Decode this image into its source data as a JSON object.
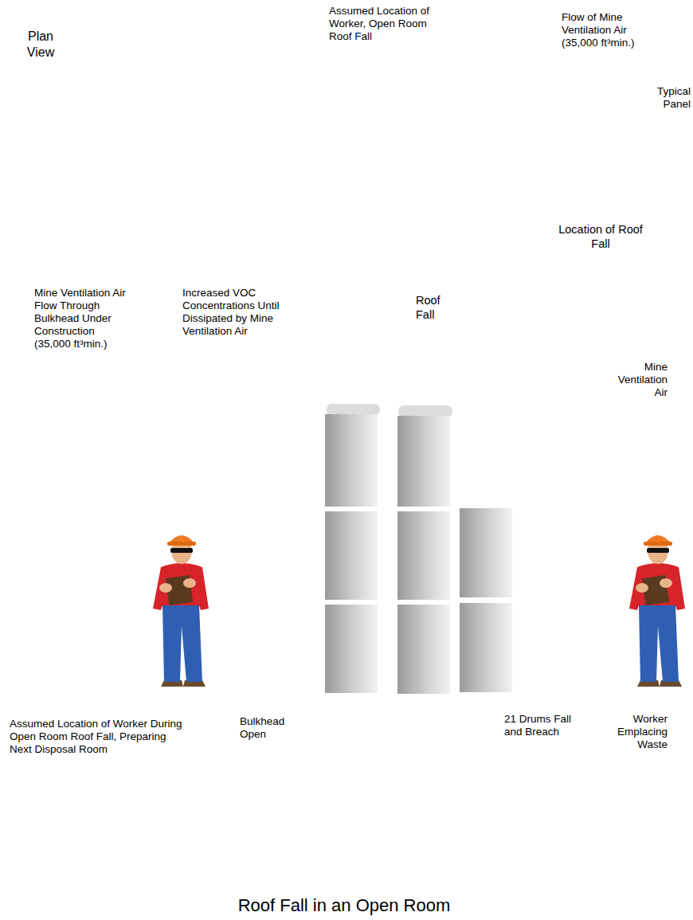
{
  "diagram": {
    "title": "Roof Fall in an Open Room",
    "labels": [
      "Plan View",
      "Assumed Location of Worker, Open Room Roof Fall",
      "Flow of Mine Ventilation Air (35,000 ft³min.)",
      "Typical Panel",
      "Location of Roof Fall",
      "Mine Ventilation Air Flow Through Bulkhead Under Construction (35,000 ft³min.)",
      "Increased VOC Concentrations Until Dissipated by Mine Ventilation Air",
      "Roof Fall",
      "Mine Ventilation Air",
      "Assumed Location of Worker During Open Room Roof Fall, Preparing Next Disposal Room",
      "Bulkhead Open",
      "21 Drums Fall and Breach",
      "Worker Emplacing Waste"
    ]
  }
}
